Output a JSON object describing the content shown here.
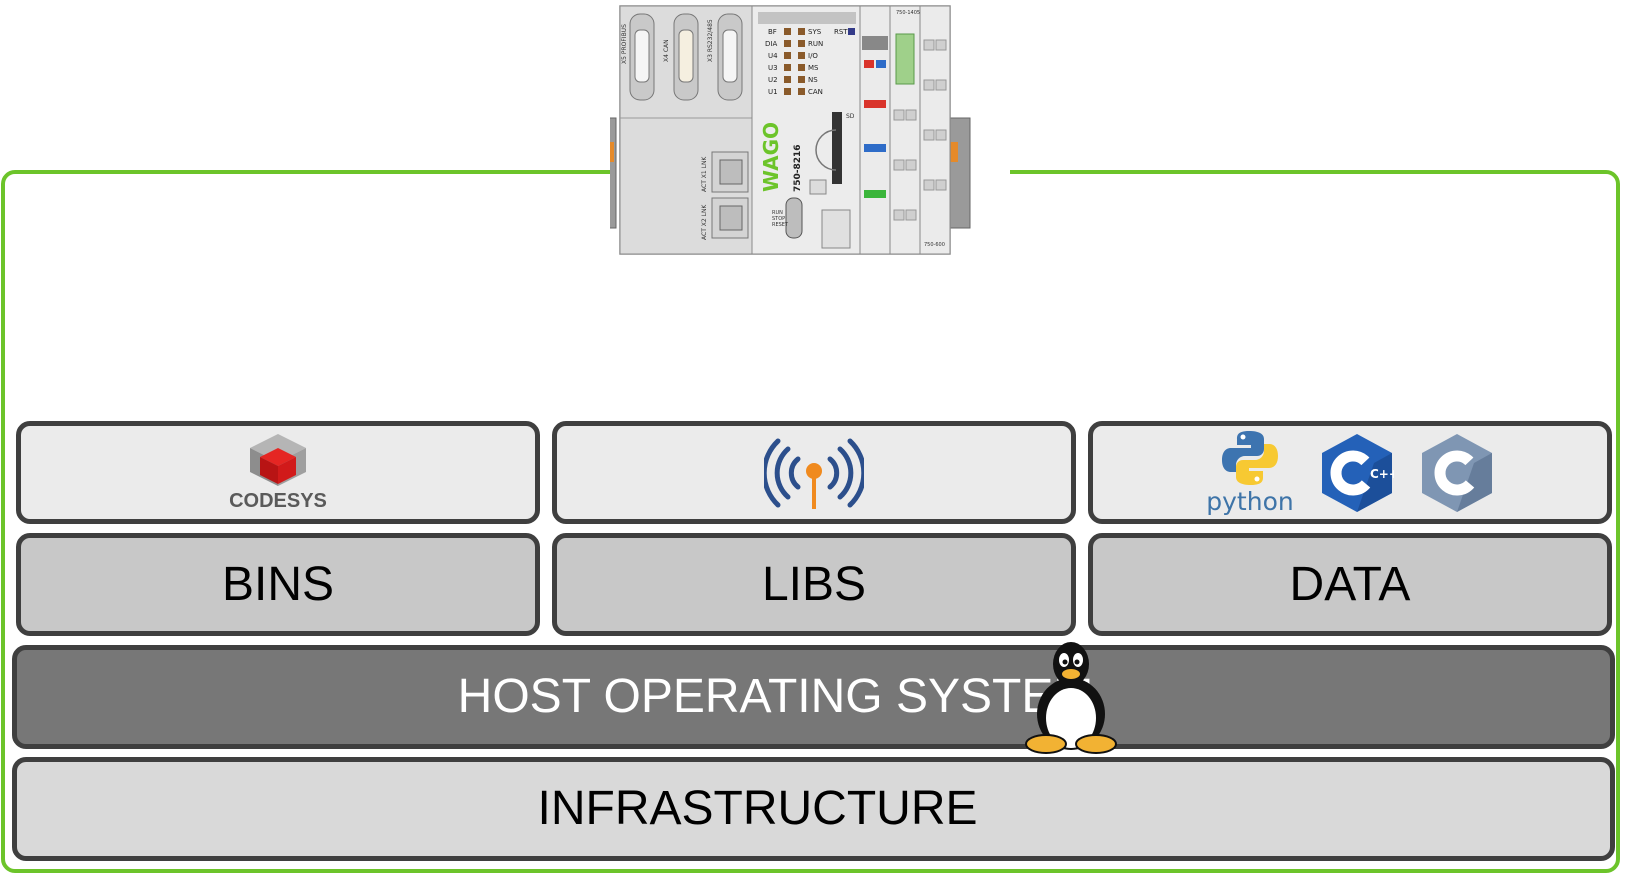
{
  "device": {
    "model": "750-8216",
    "brand": "WAGO",
    "led_left": [
      "BF",
      "DIA",
      "U4",
      "U3",
      "U2",
      "U1"
    ],
    "led_right": [
      "SYS",
      "RUN",
      "I/O",
      "MS",
      "NS",
      "CAN"
    ],
    "rst_label": "RST",
    "sd_label": "SD",
    "switch_labels": [
      "RUN",
      "STOP",
      "RESET"
    ],
    "eth_labels": [
      "ACT X1 LNK",
      "ACT X2 LNK"
    ],
    "port_labels": [
      "X5 PROFIBUS",
      "X4 CAN",
      "X3 RS232/485"
    ],
    "end_module_label": "750-600",
    "top_module_label": "750-1405"
  },
  "row_icons": {
    "codesys_label": "CODESYS",
    "python_label": "python",
    "cpp_label": "C++",
    "c_label": "C"
  },
  "row_middle": {
    "bins": "BINS",
    "libs": "LIBS",
    "data": "DATA"
  },
  "host_os": {
    "label": "HOST OPERATING SYSTEM"
  },
  "infrastructure": {
    "label": "INFRASTRUCTURE"
  },
  "colors": {
    "frame": "#6cc42a",
    "border": "#3f3f3f",
    "host": "#777777",
    "tier": "#c8c8c8",
    "icon_row": "#ebebeb"
  }
}
